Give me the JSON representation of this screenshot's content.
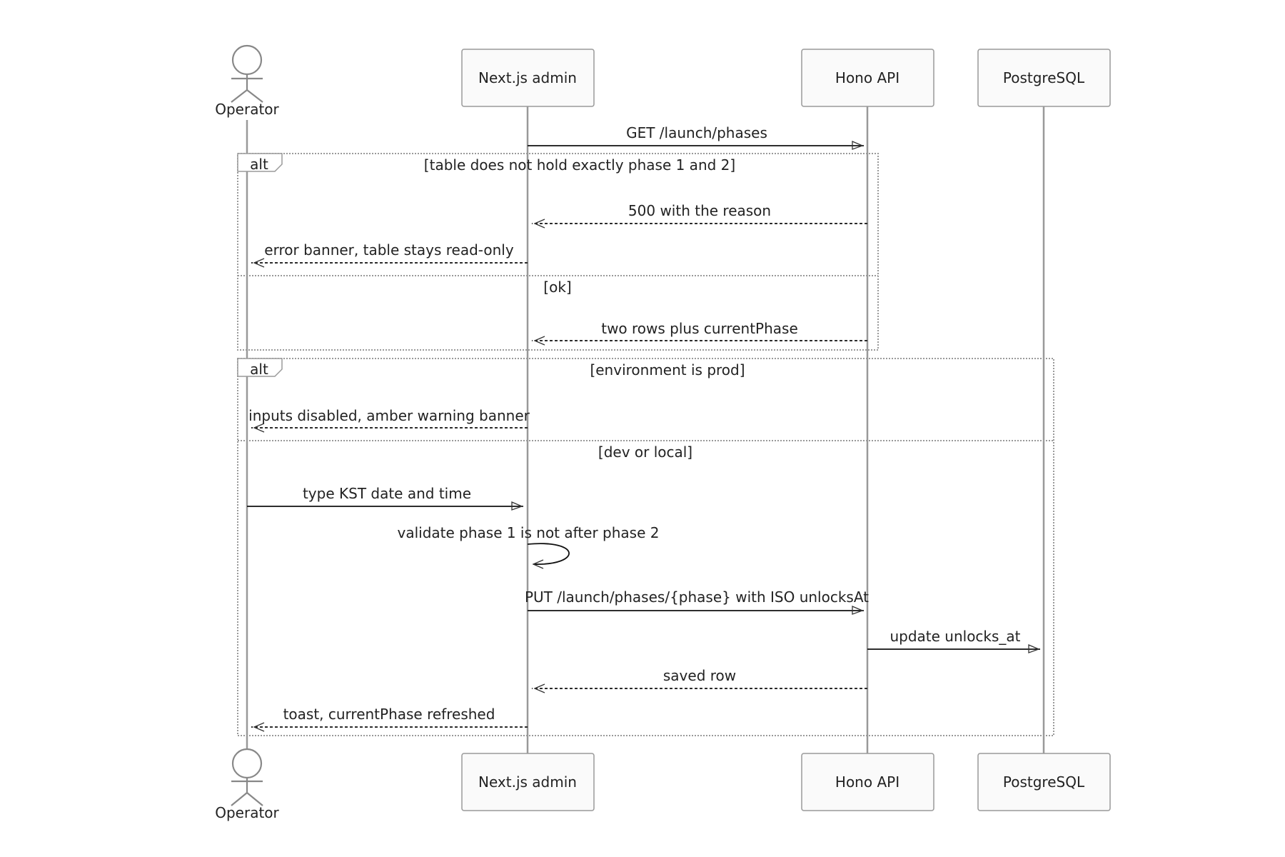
{
  "participants": {
    "operator": "Operator",
    "admin": "Next.js admin",
    "api": "Hono API",
    "db": "PostgreSQL"
  },
  "fragments": [
    {
      "type": "alt",
      "branches": [
        "[table does not hold exactly phase 1 and 2]",
        "[ok]"
      ]
    },
    {
      "type": "alt",
      "branches": [
        "[environment is prod]",
        "[dev or local]"
      ]
    }
  ],
  "messages": [
    {
      "from": "admin",
      "to": "api",
      "style": "solid",
      "text": "GET /launch/phases"
    },
    {
      "from": "api",
      "to": "admin",
      "style": "dashed",
      "text": "500 with the reason"
    },
    {
      "from": "admin",
      "to": "operator",
      "style": "dashed",
      "text": "error banner, table stays read-only"
    },
    {
      "from": "api",
      "to": "admin",
      "style": "dashed",
      "text": "two rows plus currentPhase"
    },
    {
      "from": "admin",
      "to": "operator",
      "style": "dashed",
      "text": "inputs disabled, amber warning banner"
    },
    {
      "from": "operator",
      "to": "admin",
      "style": "solid",
      "text": "type KST date and time"
    },
    {
      "from": "admin",
      "to": "admin",
      "style": "solid",
      "text": "validate phase 1 is not after phase 2"
    },
    {
      "from": "admin",
      "to": "api",
      "style": "solid",
      "text": "PUT /launch/phases/{phase} with ISO unlocksAt"
    },
    {
      "from": "api",
      "to": "db",
      "style": "solid",
      "text": "update unlocks_at"
    },
    {
      "from": "api",
      "to": "admin",
      "style": "dashed",
      "text": "saved row"
    },
    {
      "from": "admin",
      "to": "operator",
      "style": "dashed",
      "text": "toast, currentPhase refreshed"
    }
  ]
}
